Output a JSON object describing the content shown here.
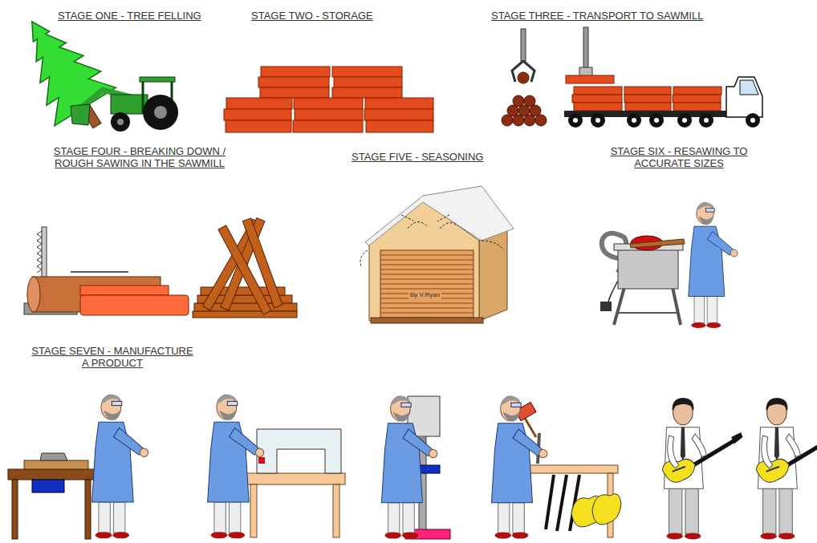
{
  "diagram": {
    "labels": [
      "STAGE ONE - TREE FELLING",
      "STAGE TWO - STORAGE",
      "STAGE THREE - TRANSPORT TO SAWMILL",
      "STAGE FOUR - BREAKING DOWN / ROUGH SAWING IN THE SAWMILL",
      "STAGE FIVE - SEASONING",
      "STAGE SIX - RESAWING TO ACCURATE SIZES",
      "STAGE SEVEN - MANUFACTURE A PRODUCT",
      "By V.Ryan"
    ]
  }
}
